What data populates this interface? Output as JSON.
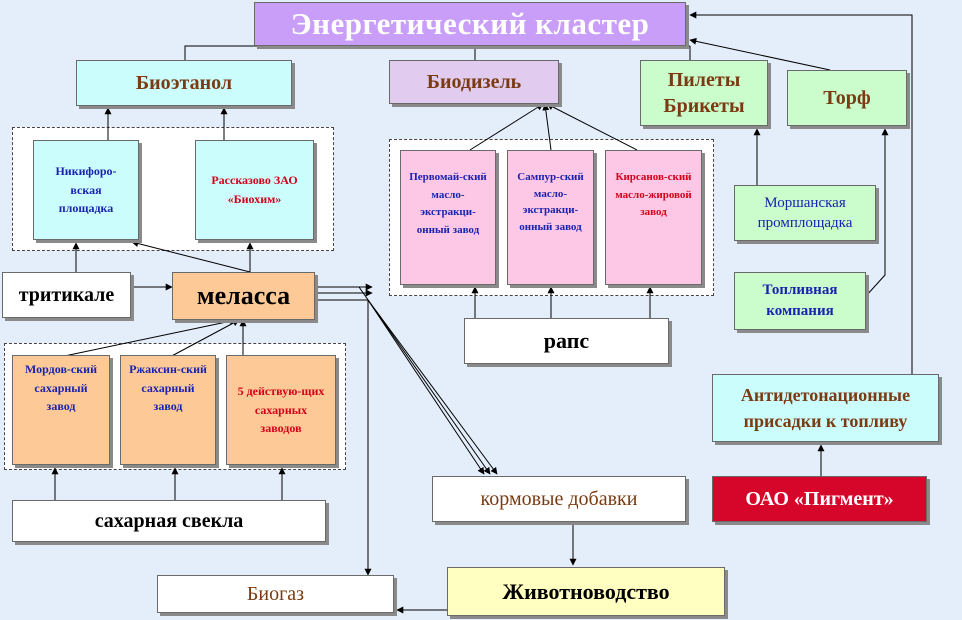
{
  "title": "Энергетический кластер",
  "bioethanol": "Биоэтанол",
  "biodiesel": "Биодизель",
  "pellets": "Пилеты Брикеты",
  "peat": "Торф",
  "nikiforovskaya": "Никифоро-вская площадка",
  "rasskazovo": "Рассказово ЗАО «Биохим»",
  "pervomaisky": "Первомай-ский масло-экстракци-онный завод",
  "sampursky": "Сампур-ский масло-экстракци-онный завод",
  "kirsanovsky": "Кирсанов-ский масло-жировой завод",
  "morshanskaya": "Моршанская промплощадка",
  "toplivnaya": "Топливная компания",
  "triticale": "тритикале",
  "melassa": "меласса",
  "raps": "рапс",
  "mordovsky": "Мордов-ский сахарный завод",
  "rzhaksinsky": "Ржаксин-ский сахарный завод",
  "five_plants": "5 действую-щих сахарных заводов",
  "antidetonation": "Антидетонационные присадки к топливу",
  "sugar_beet": "сахарная свекла",
  "feed_additives": "кормовые добавки",
  "pigment": "ОАО «Пигмент»",
  "biogas": "Биогаз",
  "livestock": "Животноводство"
}
